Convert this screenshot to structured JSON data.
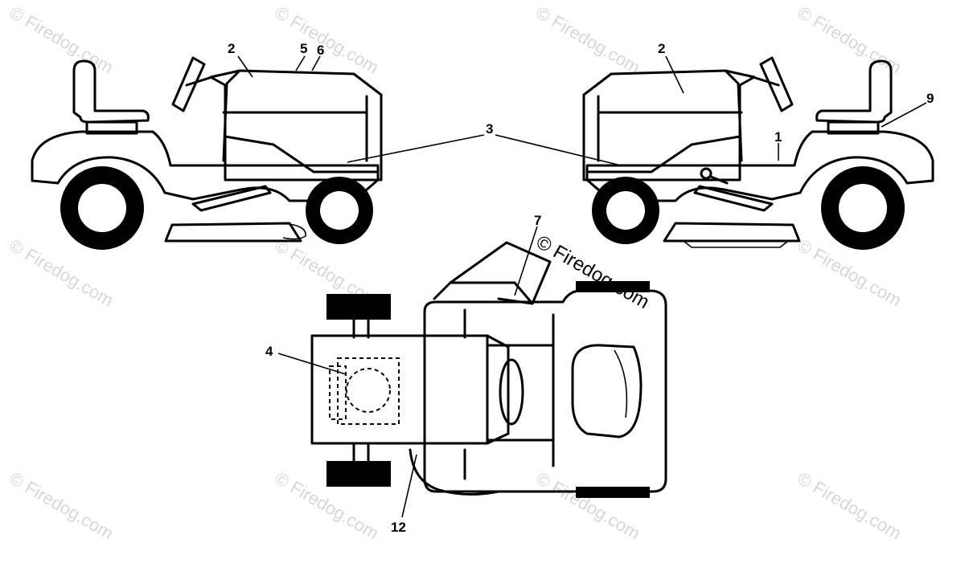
{
  "watermark": {
    "text": "© Firedog.com",
    "overlay_text": "© Firedog.com"
  },
  "labels": {
    "left_hood": "2",
    "left_top_a": "5",
    "left_top_b": "6",
    "right_hood": "2",
    "fender": "9",
    "side_decal": "3",
    "right_lower": "1",
    "top_chute": "7",
    "top_hood": "4",
    "top_deck": "12"
  }
}
